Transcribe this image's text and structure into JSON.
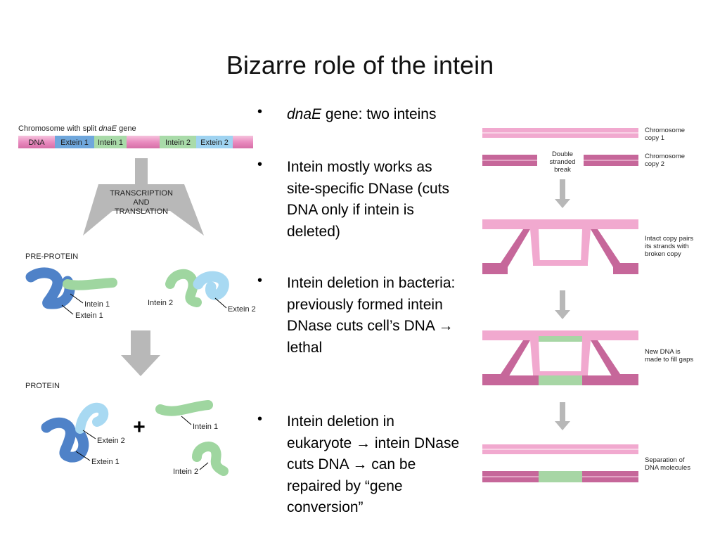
{
  "title": "Bizarre role of the intein",
  "bullets": [
    {
      "italic": "dnaE",
      "text": " gene: two inteins"
    },
    {
      "text": "Intein mostly works as site-specific DNase (cuts DNA only if intein is deleted)"
    },
    {
      "text": "Intein deletion in bacteria: previously formed intein DNase cuts cell’s DNA → lethal"
    },
    {
      "text": "Intein deletion in eukaryote → intein DNase cuts DNA → can be repaired by “gene conversion”"
    }
  ],
  "left_figure": {
    "chromosome_label_prefix": "Chromosome with split ",
    "chromosome_label_gene": "dnaE",
    "chromosome_label_suffix": " gene",
    "segments": {
      "dna": "DNA",
      "extein1": "Extein 1",
      "intein1": "Intein 1",
      "intein2": "Intein 2",
      "extein2": "Extein 2"
    },
    "transcription_line1": "TRANSCRIPTION",
    "transcription_line2": "AND",
    "transcription_line3": "TRANSLATION",
    "pre_protein_label": "PRE-PROTEIN",
    "protein_label": "PROTEIN",
    "plus": "+",
    "labels": {
      "pre_intein1": "Intein 1",
      "pre_extein1": "Extein 1",
      "pre_intein2": "Intein 2",
      "pre_extein2": "Extein 2",
      "prot_extein2": "Extein 2",
      "prot_extein1": "Extein 1",
      "prot_intein1": "Intein 1",
      "prot_intein2": "Intein 2"
    },
    "colors": {
      "pink": "#e98bbf",
      "blue_dark": "#5b8ccf",
      "blue_light": "#a8d9f2",
      "green": "#9fd6a0",
      "arrow_gray": "#b5b5b5"
    }
  },
  "right_figure": {
    "chromosome_copy1": [
      "Chromosome",
      "copy 1"
    ],
    "chromosome_copy2": [
      "Chromosome",
      "copy 2"
    ],
    "double_stranded_break": [
      "Double",
      "stranded",
      "break"
    ],
    "step2_label": [
      "Intact copy pairs",
      "its strands with",
      "broken copy"
    ],
    "step3_label": [
      "New DNA is",
      "made to fill gaps"
    ],
    "step4_label": [
      "Separation of",
      "DNA molecules"
    ],
    "colors": {
      "light_pink": "#f1a9cf",
      "dark_pink": "#c6679a",
      "new_dna": "#a7d6a5"
    }
  }
}
